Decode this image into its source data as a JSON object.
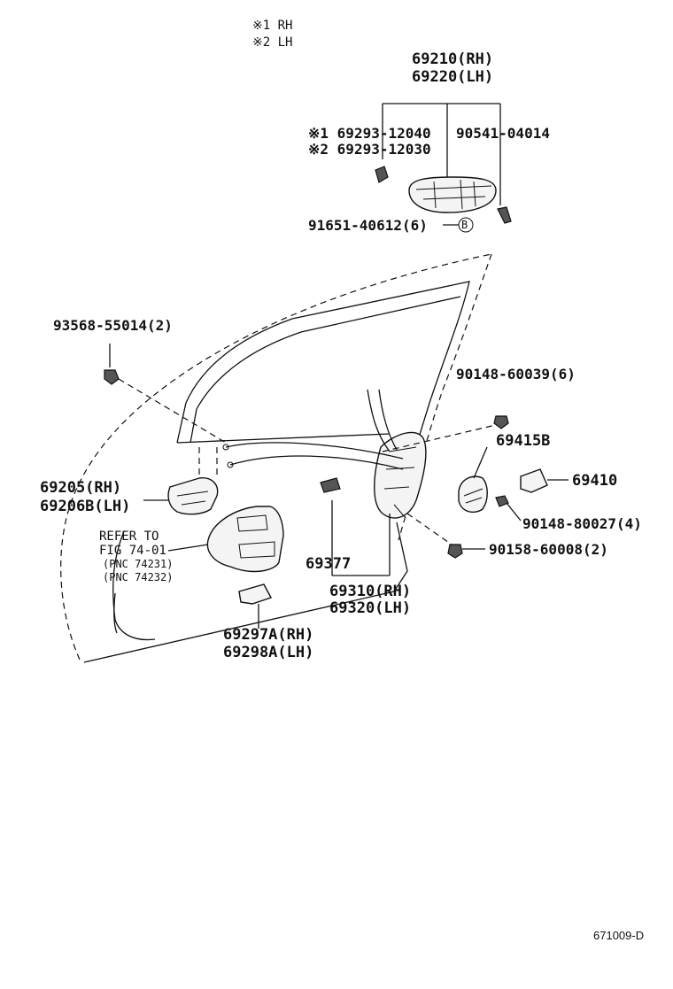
{
  "legend": {
    "rh": "※1 RH",
    "lh": "※2 LH"
  },
  "labels": {
    "outer_handle_rh": "69210(RH)",
    "outer_handle_lh": "69220(LH)",
    "rod_1": "※1 69293-12040",
    "rod_2": "※2 69293-12030",
    "screw_90541": "90541-04014",
    "bolt_91651": "91651-40612(6)",
    "marker_b": "B",
    "bolt_93568": "93568-55014(2)",
    "screw_90148_6": "90148-60039(6)",
    "cover_69415b": "69415B",
    "striker_69410": "69410",
    "screw_90148_4": "90148-80027(4)",
    "screw_90158_2": "90158-60008(2)",
    "inner_handle_rh": "69205(RH)",
    "inner_handle_lh": "69206B(LH)",
    "refer_1": "REFER TO",
    "refer_2": "FIG 74-01",
    "refer_3": "(PNC 74231)",
    "refer_4": "(PNC 74232)",
    "clip_69377": "69377",
    "lock_rh": "69310(RH)",
    "lock_lh": "69320(LH)",
    "bezel_rh": "69297A(RH)",
    "bezel_lh": "69298A(LH)",
    "diagram_code": "671009-D"
  }
}
